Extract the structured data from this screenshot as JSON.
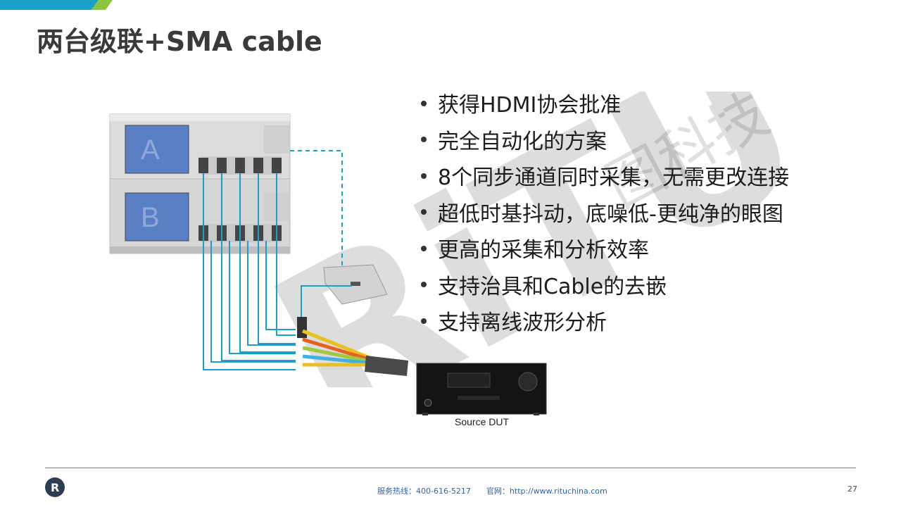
{
  "slide": {
    "title": "两台级联+SMA cable",
    "bullets": [
      "获得HDMI协会批准",
      "完全自动化的方案",
      "8个同步通道同时采集，无需更改连接",
      "超低时基抖动，底噪低-更纯净的眼图",
      "更高的采集和分析效率",
      "支持治具和Cable的去嵌",
      "支持离线波形分析"
    ],
    "diagram_caption": "Source DUT",
    "scope_labels": [
      "A",
      "B"
    ],
    "watermark_text": "RiTU",
    "watermark_cn": "图科技"
  },
  "footer": {
    "hotline": "服务热线：400-616-5217",
    "website": "官网：http://www.rituchina.com",
    "page_number": "27",
    "logo_letter": "R"
  },
  "colors": {
    "accent_blue": "#1aa0c8",
    "accent_green": "#8cc63f",
    "title": "#3a3a3a",
    "footer_link": "#2e63a8"
  }
}
